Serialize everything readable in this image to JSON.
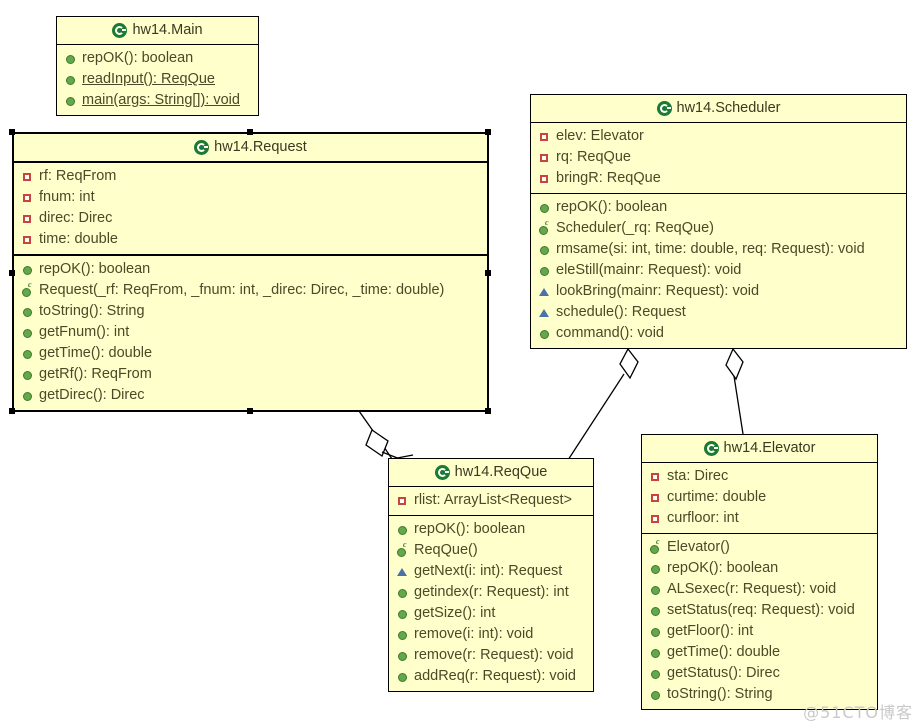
{
  "diagram": {
    "type": "uml-class-diagram",
    "package": "hw14",
    "watermark": "@51CTO博客",
    "colors": {
      "class_fill": "#ffffcc",
      "class_border": "#000000",
      "text": "#4a4a28",
      "class_icon": "#1d7a33",
      "private_marker": "#c8453c",
      "public_marker": "#64a84b",
      "protected_marker": "#4a72a8",
      "watermark": "#c9c9c9"
    },
    "classes": [
      {
        "id": "main",
        "name": "hw14.Main",
        "icon": "class-icon",
        "selected": false,
        "fields": [],
        "methods": [
          {
            "visibility": "public",
            "marker": "public-method-icon",
            "static": false,
            "text": "repOK(): boolean"
          },
          {
            "visibility": "public",
            "marker": "public-method-icon",
            "static": true,
            "text": "readInput(): ReqQue"
          },
          {
            "visibility": "public",
            "marker": "public-method-icon",
            "static": true,
            "text": "main(args: String[]): void"
          }
        ]
      },
      {
        "id": "request",
        "name": "hw14.Request",
        "icon": "class-icon",
        "selected": true,
        "fields": [
          {
            "visibility": "private",
            "marker": "private-field-icon",
            "text": "rf: ReqFrom"
          },
          {
            "visibility": "private",
            "marker": "private-field-icon",
            "text": "fnum: int"
          },
          {
            "visibility": "private",
            "marker": "private-field-icon",
            "text": "direc: Direc"
          },
          {
            "visibility": "private",
            "marker": "private-field-icon",
            "text": "time: double"
          }
        ],
        "methods": [
          {
            "visibility": "public",
            "marker": "public-method-icon",
            "static": false,
            "text": "repOK(): boolean"
          },
          {
            "visibility": "constructor",
            "marker": "constructor-method-icon",
            "static": false,
            "text": "Request(_rf: ReqFrom, _fnum: int, _direc: Direc, _time: double)"
          },
          {
            "visibility": "public",
            "marker": "public-method-icon",
            "static": false,
            "text": "toString(): String"
          },
          {
            "visibility": "public",
            "marker": "public-method-icon",
            "static": false,
            "text": "getFnum(): int"
          },
          {
            "visibility": "public",
            "marker": "public-method-icon",
            "static": false,
            "text": "getTime(): double"
          },
          {
            "visibility": "public",
            "marker": "public-method-icon",
            "static": false,
            "text": "getRf(): ReqFrom"
          },
          {
            "visibility": "public",
            "marker": "public-method-icon",
            "static": false,
            "text": "getDirec(): Direc"
          }
        ]
      },
      {
        "id": "scheduler",
        "name": "hw14.Scheduler",
        "icon": "class-icon",
        "selected": false,
        "fields": [
          {
            "visibility": "private",
            "marker": "private-field-icon",
            "text": "elev: Elevator"
          },
          {
            "visibility": "private",
            "marker": "private-field-icon",
            "text": "rq: ReqQue"
          },
          {
            "visibility": "private",
            "marker": "private-field-icon",
            "text": "bringR: ReqQue"
          }
        ],
        "methods": [
          {
            "visibility": "public",
            "marker": "public-method-icon",
            "static": false,
            "text": "repOK(): boolean"
          },
          {
            "visibility": "constructor",
            "marker": "constructor-method-icon",
            "static": false,
            "text": "Scheduler(_rq: ReqQue)"
          },
          {
            "visibility": "public",
            "marker": "public-method-icon",
            "static": false,
            "text": "rmsame(si: int, time: double, req: Request): void"
          },
          {
            "visibility": "public",
            "marker": "public-method-icon",
            "static": false,
            "text": "eleStill(mainr: Request): void"
          },
          {
            "visibility": "protected",
            "marker": "protected-method-icon",
            "static": false,
            "text": "lookBring(mainr: Request): void"
          },
          {
            "visibility": "protected",
            "marker": "protected-method-icon",
            "static": false,
            "text": "schedule(): Request"
          },
          {
            "visibility": "public",
            "marker": "public-method-icon",
            "static": false,
            "text": "command(): void"
          }
        ]
      },
      {
        "id": "reqque",
        "name": "hw14.ReqQue",
        "icon": "class-icon",
        "selected": false,
        "fields": [
          {
            "visibility": "private",
            "marker": "private-field-icon",
            "text": "rlist: ArrayList<Request>"
          }
        ],
        "methods": [
          {
            "visibility": "public",
            "marker": "public-method-icon",
            "static": false,
            "text": "repOK(): boolean"
          },
          {
            "visibility": "constructor",
            "marker": "constructor-method-icon",
            "static": false,
            "text": "ReqQue()"
          },
          {
            "visibility": "protected",
            "marker": "protected-method-icon",
            "static": false,
            "text": "getNext(i: int): Request"
          },
          {
            "visibility": "public",
            "marker": "public-method-icon",
            "static": false,
            "text": "getindex(r: Request): int"
          },
          {
            "visibility": "public",
            "marker": "public-method-icon",
            "static": false,
            "text": "getSize(): int"
          },
          {
            "visibility": "public",
            "marker": "public-method-icon",
            "static": false,
            "text": "remove(i: int): void"
          },
          {
            "visibility": "public",
            "marker": "public-method-icon",
            "static": false,
            "text": "remove(r: Request): void"
          },
          {
            "visibility": "public",
            "marker": "public-method-icon",
            "static": false,
            "text": "addReq(r: Request): void"
          }
        ]
      },
      {
        "id": "elevator",
        "name": "hw14.Elevator",
        "icon": "class-icon",
        "selected": false,
        "fields": [
          {
            "visibility": "private",
            "marker": "private-field-icon",
            "text": "sta: Direc"
          },
          {
            "visibility": "private",
            "marker": "private-field-icon",
            "text": "curtime: double"
          },
          {
            "visibility": "private",
            "marker": "private-field-icon",
            "text": "curfloor: int"
          }
        ],
        "methods": [
          {
            "visibility": "constructor",
            "marker": "constructor-method-icon",
            "static": false,
            "text": "Elevator()"
          },
          {
            "visibility": "public",
            "marker": "public-method-icon",
            "static": false,
            "text": "repOK(): boolean"
          },
          {
            "visibility": "public",
            "marker": "public-method-icon",
            "static": false,
            "text": "ALSexec(r: Request): void"
          },
          {
            "visibility": "public",
            "marker": "public-method-icon",
            "static": false,
            "text": "setStatus(req: Request): void"
          },
          {
            "visibility": "public",
            "marker": "public-method-icon",
            "static": false,
            "text": "getFloor(): int"
          },
          {
            "visibility": "public",
            "marker": "public-method-icon",
            "static": false,
            "text": "getTime(): double"
          },
          {
            "visibility": "public",
            "marker": "public-method-icon",
            "static": false,
            "text": "getStatus(): Direc"
          },
          {
            "visibility": "public",
            "marker": "public-method-icon",
            "static": false,
            "text": "toString(): String"
          }
        ]
      }
    ],
    "relations": [
      {
        "id": "request-reqque",
        "type": "aggregation",
        "from": "reqque",
        "to": "request",
        "label": ""
      },
      {
        "id": "scheduler-reqque",
        "type": "aggregation",
        "from": "scheduler",
        "to": "reqque",
        "label": ""
      },
      {
        "id": "scheduler-elevator",
        "type": "aggregation",
        "from": "scheduler",
        "to": "elevator",
        "label": ""
      }
    ]
  }
}
